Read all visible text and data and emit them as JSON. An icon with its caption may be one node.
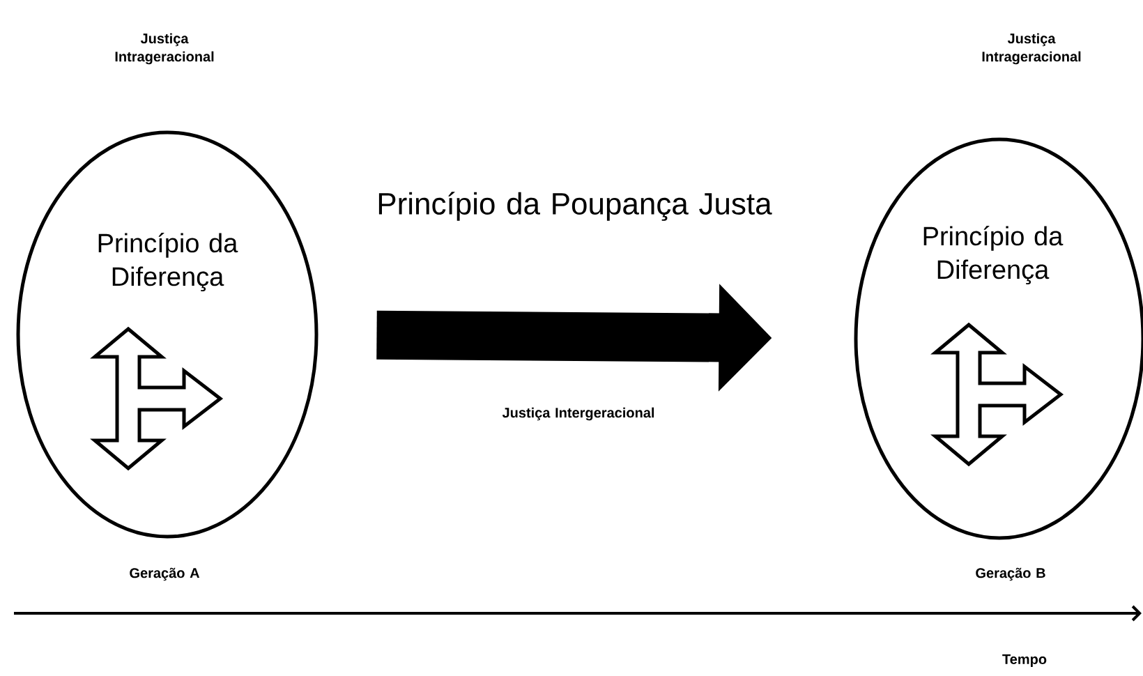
{
  "diagram": {
    "nodes": [
      {
        "text": [
          "Princípio da Diferença"
        ],
        "beside": [
          "Geração A"
        ]
      },
      {
        "text": [
          "Princípio da Diferença"
        ],
        "beside": [
          "Geração B"
        ]
      }
    ],
    "edges": [
      {
        "from": 0,
        "to": 1,
        "arrow": "to",
        "label": "Princípio da Poupança Justa"
      }
    ],
    "labels": [
      "Justiça Intrageracional",
      "Justiça Intrageracional",
      "Justiça Intergeracional",
      "Tempo"
    ]
  }
}
